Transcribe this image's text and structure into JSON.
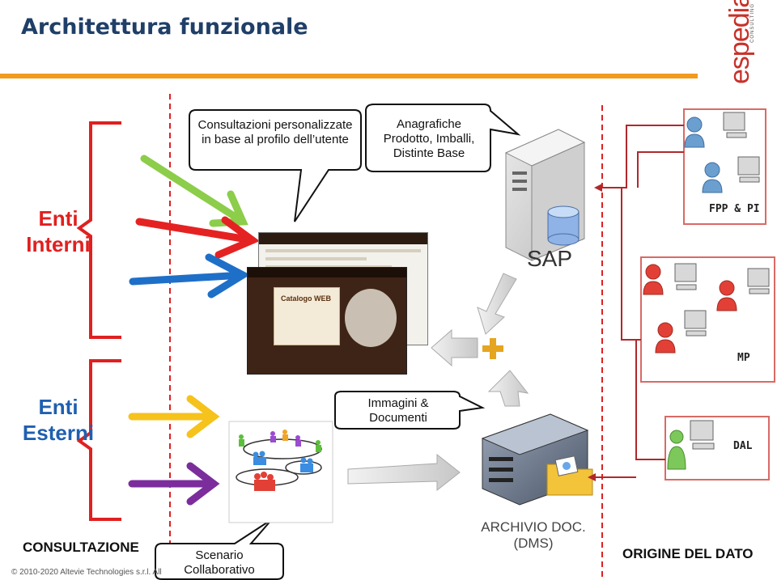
{
  "header": {
    "title": "Architettura funzionale",
    "brand_name": "espedia",
    "brand_tagline": "CONSULTING"
  },
  "bubbles": {
    "consultazioni": "Consultazioni personalizzate in base al profilo dell’utente",
    "anagrafiche": "Anagrafiche Prodotto, Imballi, Distinte Base",
    "immagini": "Immagini & Documenti",
    "scenario": "Scenario Collaborativo"
  },
  "groups": {
    "enti_interni": "Enti Interni",
    "enti_esterni": "Enti Esterni"
  },
  "labels": {
    "consultazione": "CONSULTAZIONE",
    "origine": "ORIGINE DEL DATO",
    "sap": "SAP",
    "archivio": "ARCHIVIO DOC. (DMS)",
    "copyright": "© 2010-2020 Altevie Technologies s.r.l. All",
    "plus": "+"
  },
  "sources": {
    "fpp": "FPP & PI",
    "mp": "MP",
    "dal": "DAL"
  },
  "screens": {
    "catalog": "Catalogo WEB"
  },
  "colors": {
    "title": "#1f3f68",
    "accent_orange": "#f39a1e",
    "brand_red": "#c8312a",
    "interni_red": "#e02020",
    "esterni_blue": "#1f5fb0",
    "arrow_green": "#8ccd4a",
    "arrow_red": "#e52222",
    "arrow_blue": "#1e6fc8",
    "arrow_yellow": "#f6c21c",
    "arrow_purple": "#7b2d9c",
    "link_line": "#b0282c",
    "plus_orange": "#e5a520"
  }
}
